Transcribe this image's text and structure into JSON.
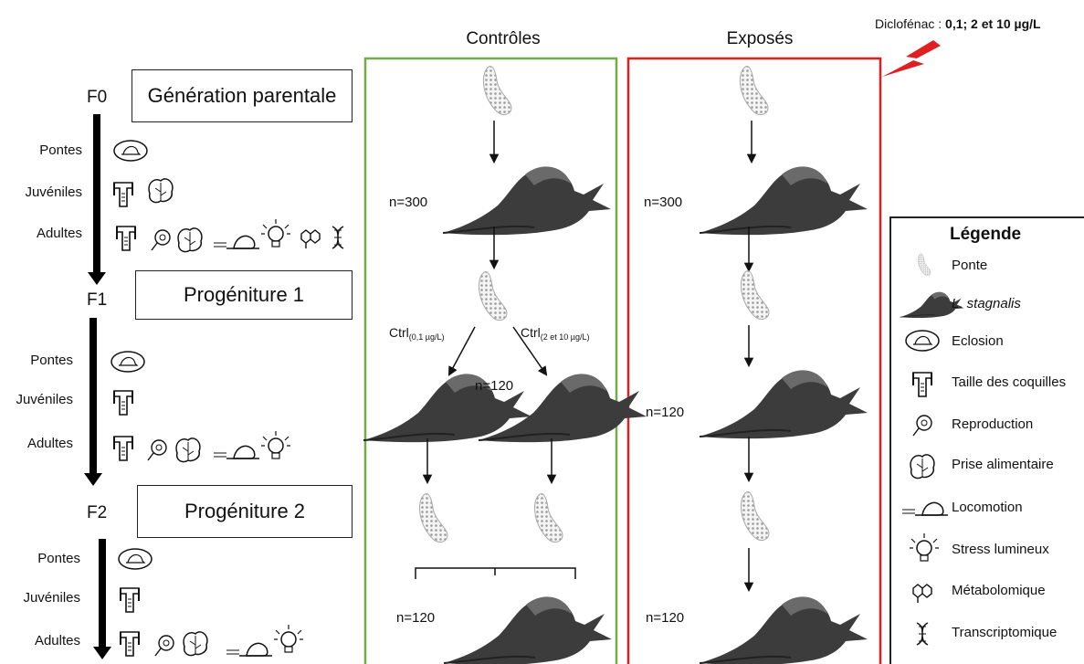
{
  "diclofenac": {
    "label": "Diclofénac : ",
    "doses": "0,1; 2 et 10 µg/L"
  },
  "columns": {
    "controls": "Contrôles",
    "exposed": "Exposés"
  },
  "generations": [
    {
      "code": "F0",
      "name": "Génération parentale"
    },
    {
      "code": "F1",
      "name": "Progéniture 1"
    },
    {
      "code": "F2",
      "name": "Progéniture 2"
    }
  ],
  "stages": {
    "pontes": "Pontes",
    "juveniles": "Juvéniles",
    "adultes": "Adultes"
  },
  "counts": {
    "n300": "n=300",
    "n120": "n=120"
  },
  "ctrl_split": {
    "left": {
      "label": "Ctrl",
      "dose": "(0,1 µg/L)"
    },
    "right": {
      "label": "Ctrl",
      "dose": "(2 et 10 µg/L)"
    }
  },
  "legend": {
    "title": "Légende",
    "items": [
      {
        "icon": "egg-mass-icon",
        "label": "Ponte"
      },
      {
        "icon": "snail-icon",
        "label": "L. stagnalis"
      },
      {
        "icon": "hatching-icon",
        "label": "Eclosion"
      },
      {
        "icon": "caliper-icon",
        "label": "Taille des coquilles"
      },
      {
        "icon": "reproduction-icon",
        "label": "Reproduction"
      },
      {
        "icon": "lettuce-icon",
        "label": "Prise alimentaire"
      },
      {
        "icon": "moving-snail-icon",
        "label": "Locomotion"
      },
      {
        "icon": "lightbulb-icon",
        "label": "Stress lumineux"
      },
      {
        "icon": "hexagon-molecule-icon",
        "label": "Métabolomique"
      },
      {
        "icon": "dna-icon",
        "label": "Transcriptomique"
      }
    ]
  },
  "colors": {
    "controls_border": "#70ad47",
    "exposed_border": "#e02020",
    "lightning": "#e02020",
    "snail": "#3a3a3a"
  }
}
